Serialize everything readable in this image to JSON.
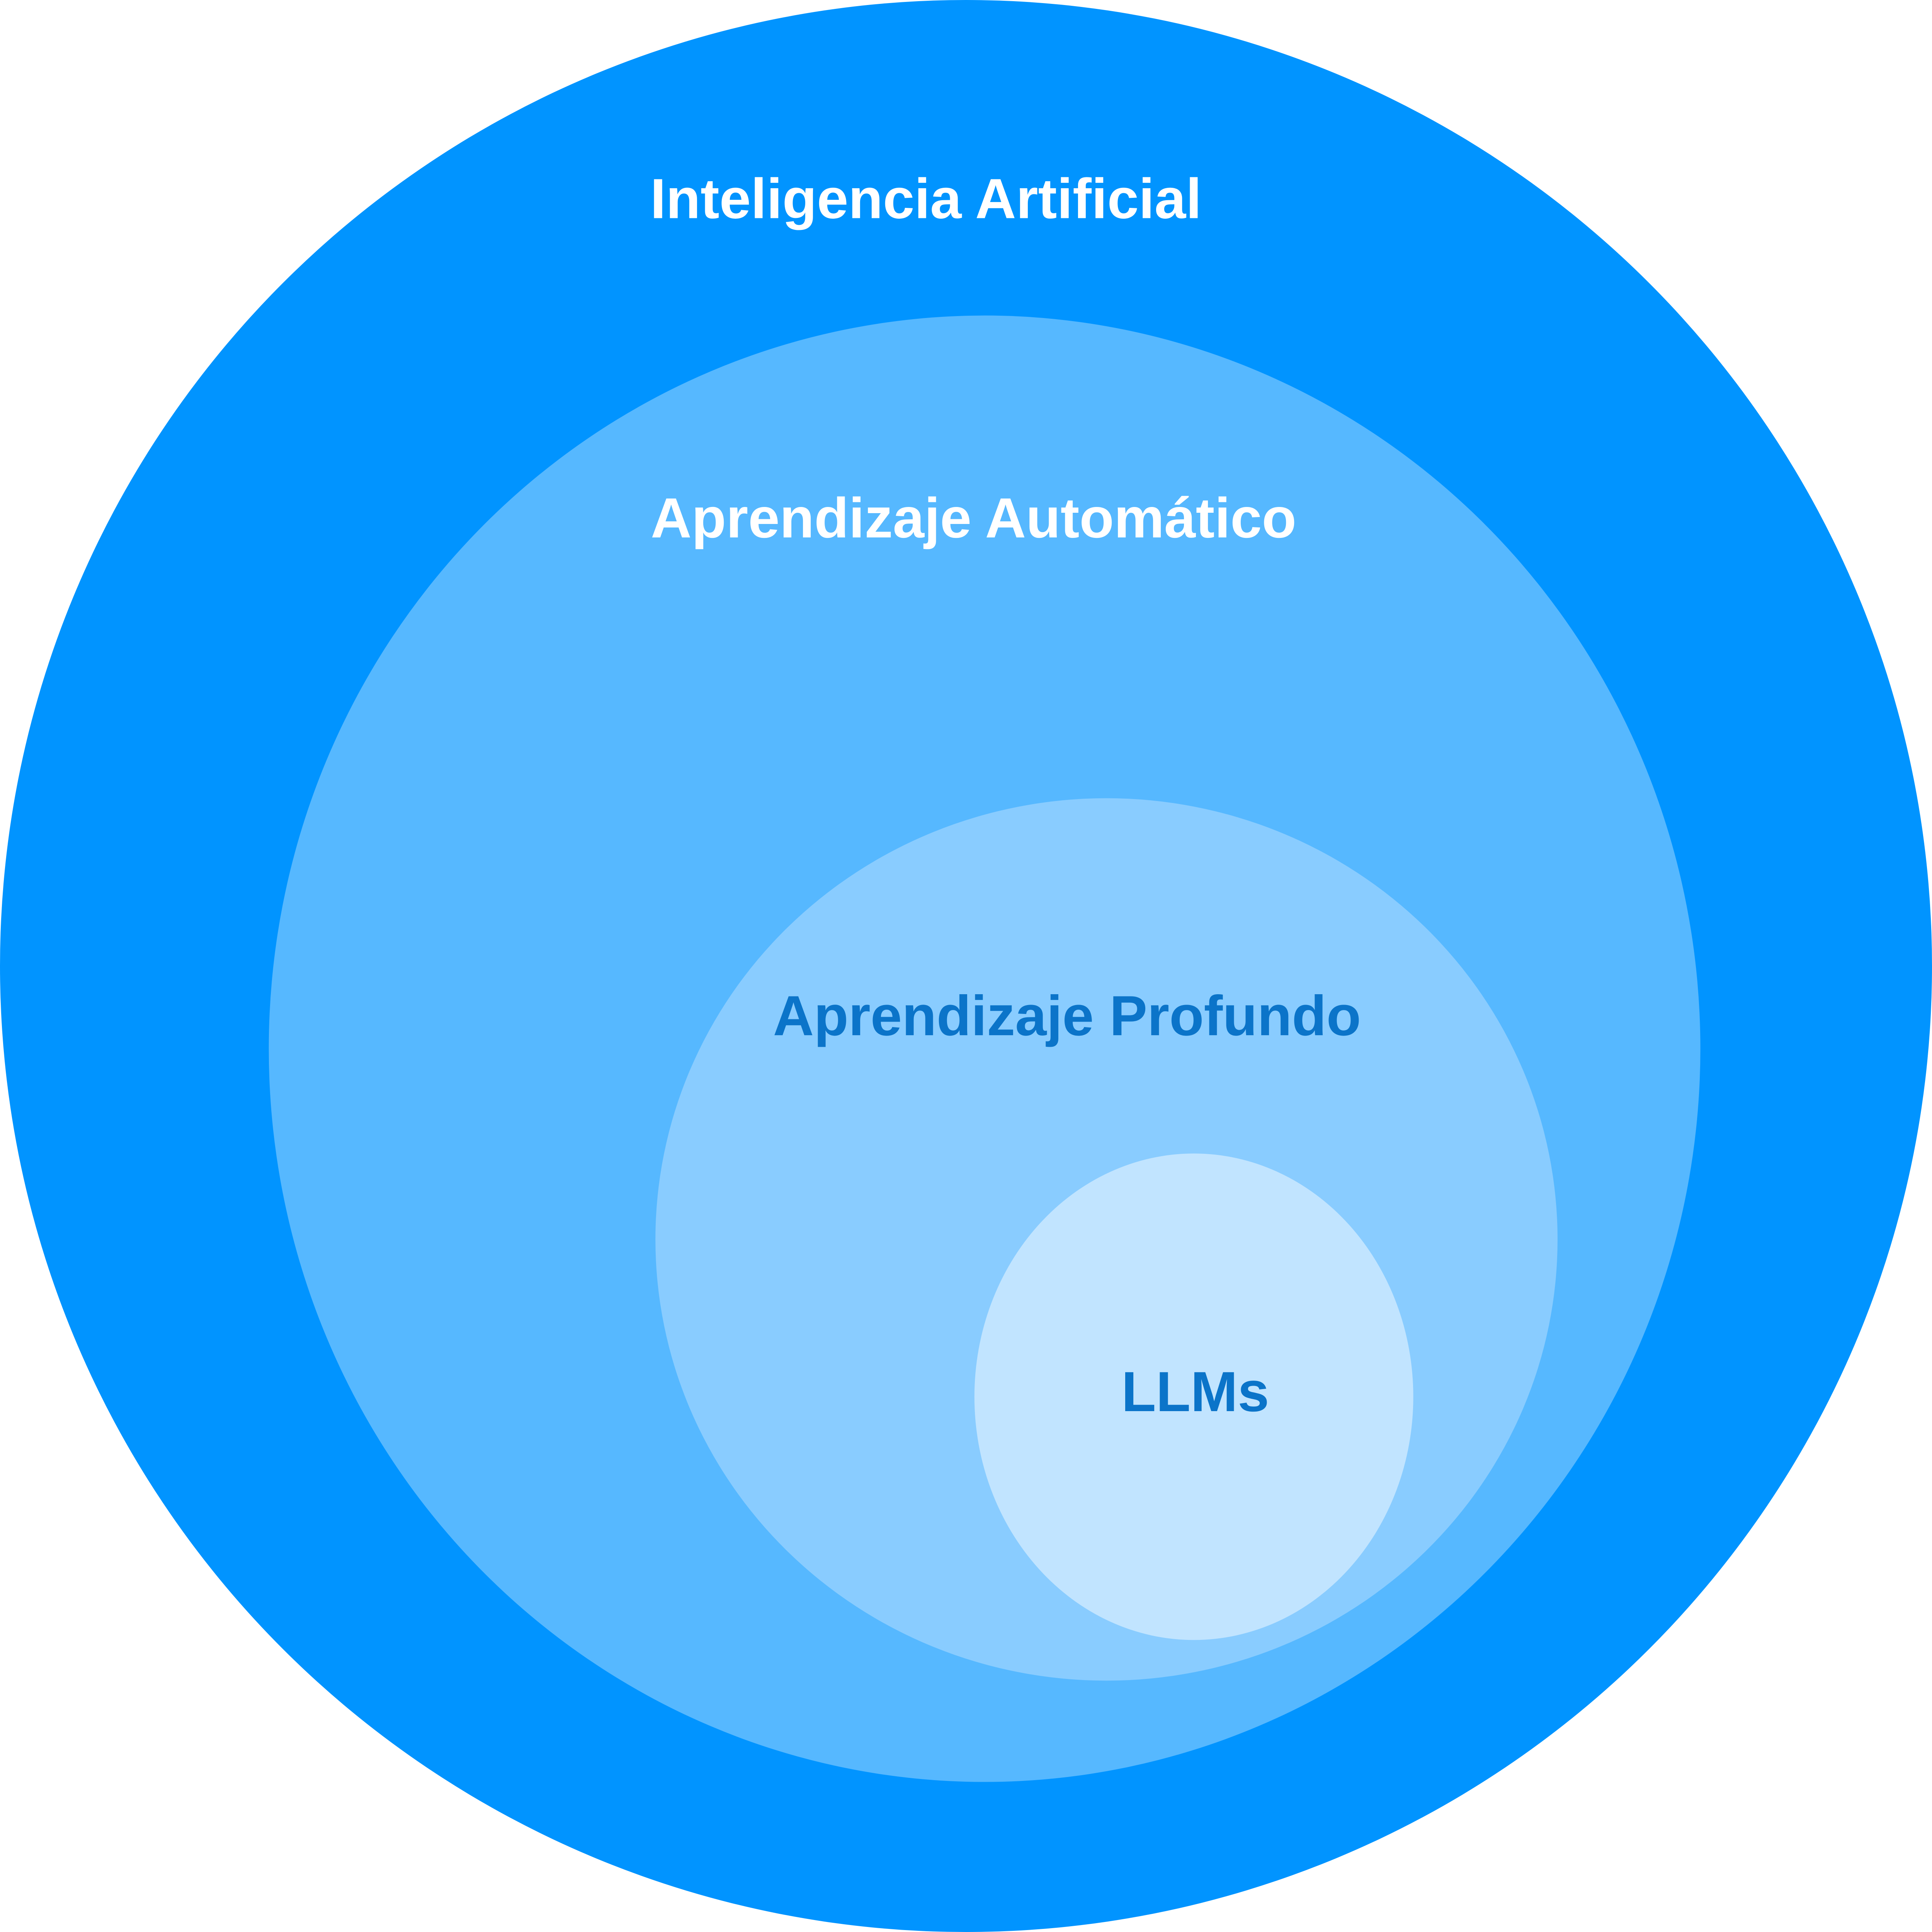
{
  "diagram": {
    "type": "nested-circles",
    "levels": [
      {
        "label": "Inteligencia Artificial",
        "fill": "#0194FF",
        "text_color": "#FFFFFF"
      },
      {
        "label": "Aprendizaje Automático",
        "fill": "#56B8FF",
        "text_color": "#FFFFFF"
      },
      {
        "label": "Aprendizaje Profundo",
        "fill": "#89CCFF",
        "text_color": "#0B74C9"
      },
      {
        "label": "LLMs",
        "fill": "#C1E4FF",
        "text_color": "#0B74C9"
      }
    ]
  }
}
